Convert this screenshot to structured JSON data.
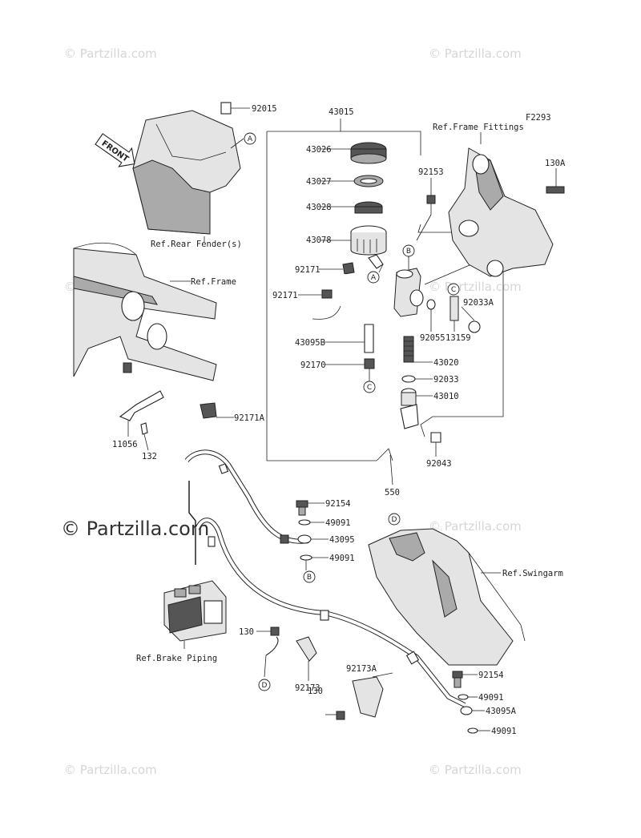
{
  "diagram_code": "F2293",
  "watermark": "© Partzilla.com",
  "refs": {
    "rear_fender": "Ref.Rear Fender(s)",
    "frame": "Ref.Frame",
    "frame_fittings": "Ref.Frame Fittings",
    "swingarm": "Ref.Swingarm",
    "brake_piping": "Ref.Brake Piping"
  },
  "front_label": "FRONT",
  "parts": {
    "p92015": "92015",
    "p43015": "43015",
    "p43026": "43026",
    "p43027": "43027",
    "p43028": "43028",
    "p43078": "43078",
    "p92171_a": "92171",
    "p92171_b": "92171",
    "p43095B": "43095B",
    "p92170": "92170",
    "p92153": "92153",
    "p130A": "130A",
    "p92055": "92055",
    "p13159": "13159",
    "p92033A": "92033A",
    "p43020": "43020",
    "p92033": "92033",
    "p43010": "43010",
    "p92043": "92043",
    "p550": "550",
    "p92171A": "92171A",
    "p11056": "11056",
    "p132": "132",
    "p92154_a": "92154",
    "p49091_a": "49091",
    "p43095": "43095",
    "p49091_b": "49091",
    "p130_a": "130",
    "p92173": "92173",
    "p92173A": "92173A",
    "p130_b": "130",
    "p92154_b": "92154",
    "p49091_c": "49091",
    "p43095A": "43095A",
    "p49091_d": "49091"
  },
  "callouts": {
    "A1": "A",
    "A2": "A",
    "B1": "B",
    "B2": "B",
    "C1": "C",
    "C2": "C",
    "D1": "D",
    "D2": "D"
  }
}
